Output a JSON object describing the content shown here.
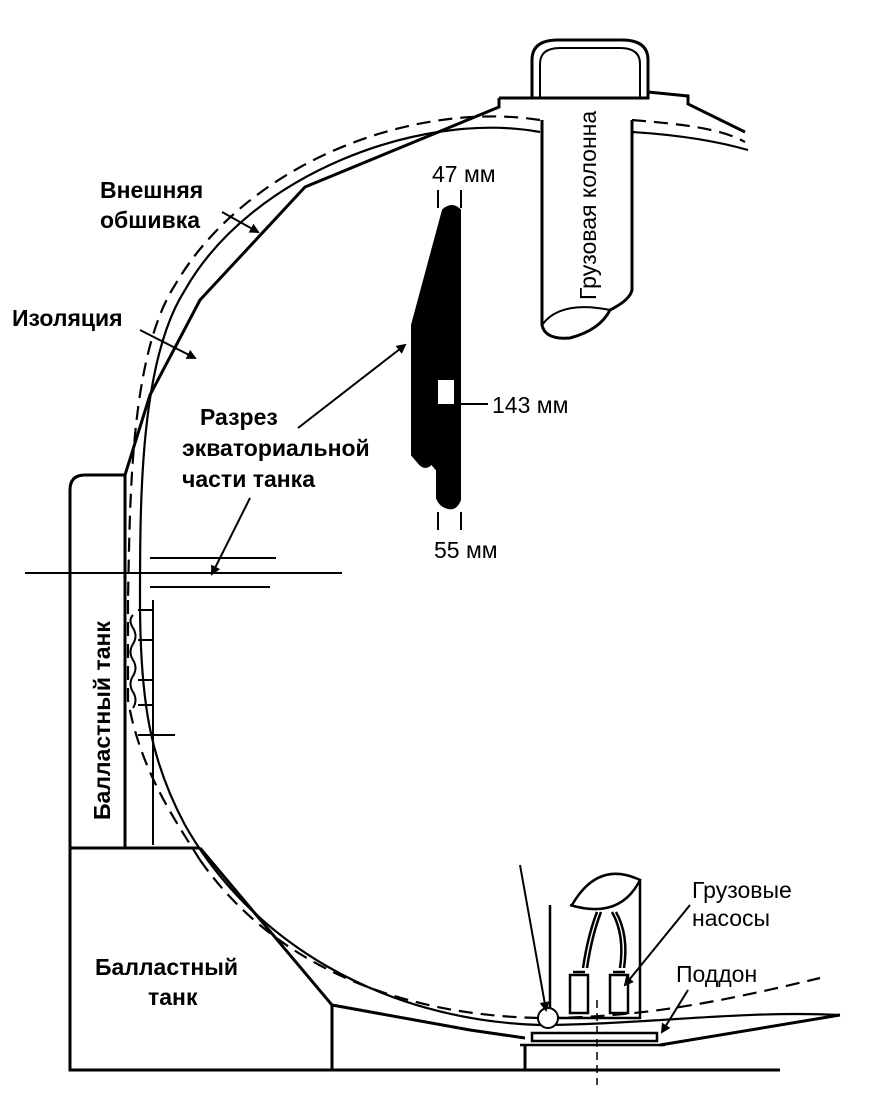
{
  "labels": {
    "outer_skin": [
      "Внешняя",
      "обшивка"
    ],
    "insulation": "Изоляция",
    "section": [
      "Разрез",
      "экваториальной",
      "части танка"
    ],
    "cargo_column": "Грузовая колонна",
    "dim_top": "47 мм",
    "dim_mid": "143 мм",
    "dim_bottom": "55 мм",
    "ballast_tank_side": "Балластный танк",
    "ballast_tank_bottom": [
      "Балластный",
      "танк"
    ],
    "cargo_pumps": [
      "Грузовые",
      "насосы"
    ],
    "sump": "Поддон"
  },
  "colors": {
    "line": "#000000",
    "fill": "#000000",
    "background": "#ffffff"
  }
}
